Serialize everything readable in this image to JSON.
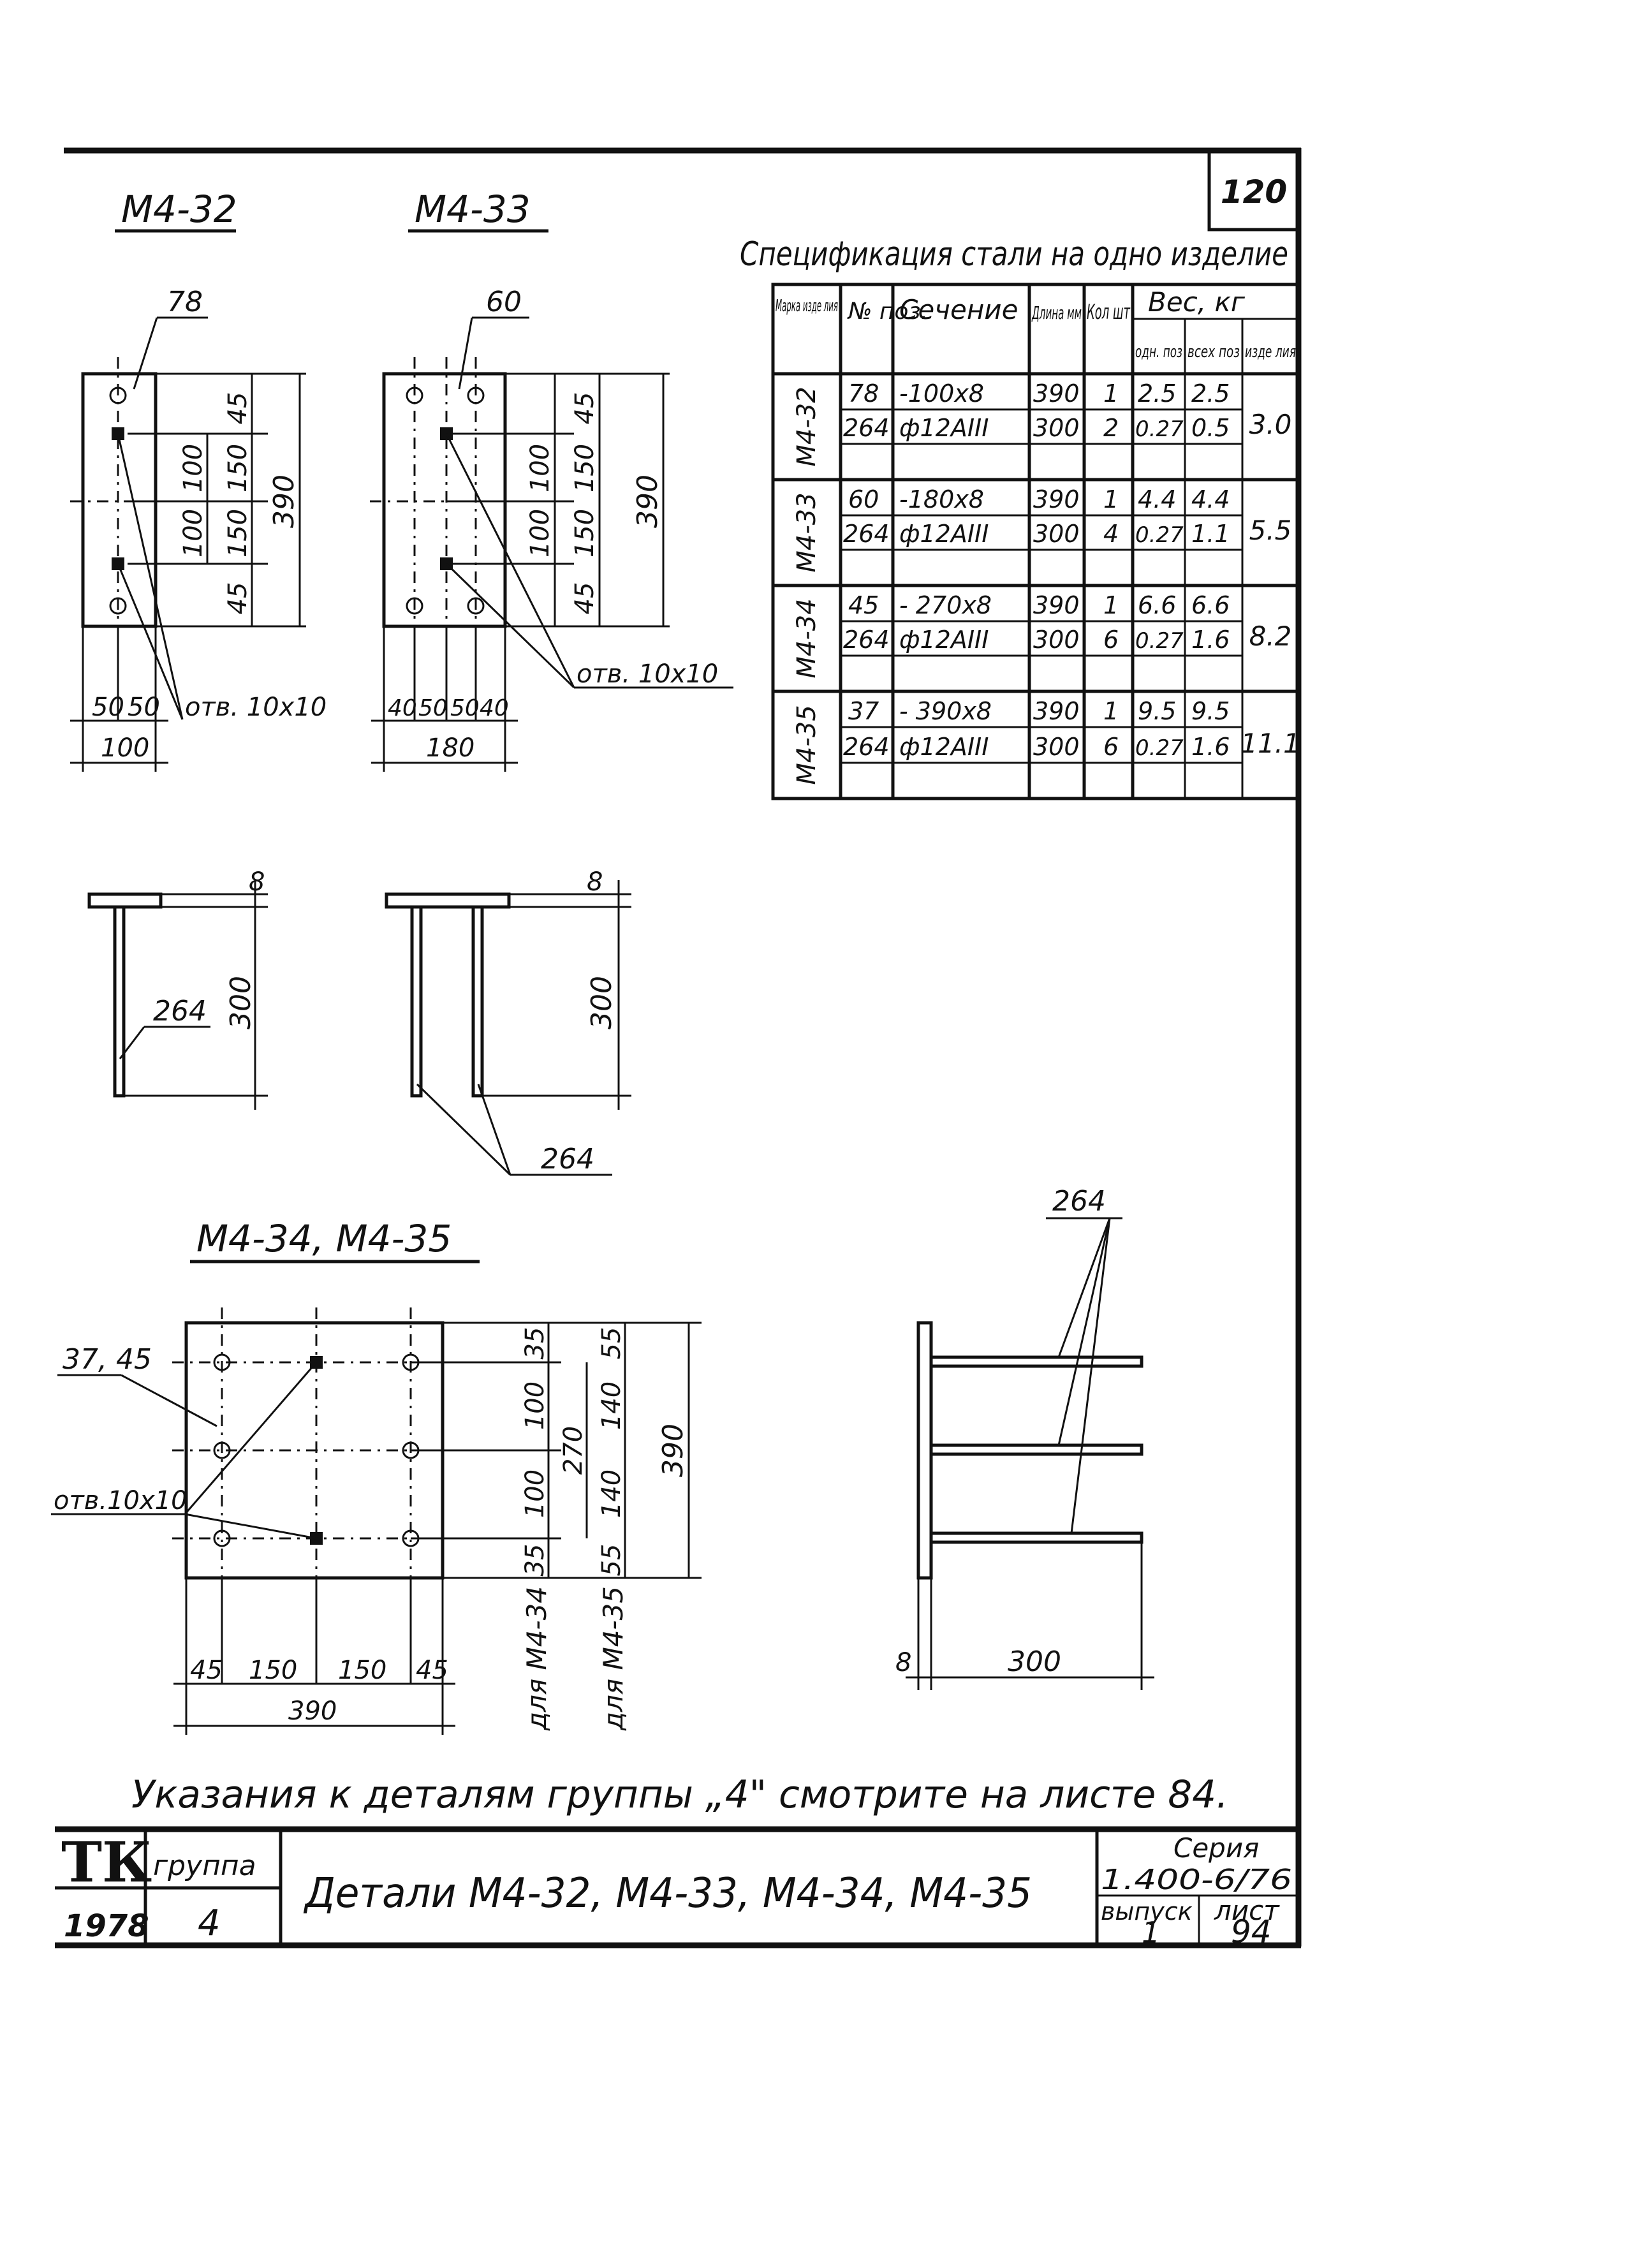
{
  "sheet_number": "120",
  "drawings": {
    "m432": {
      "title": "М4-32",
      "plate_pos": "78",
      "dims_vertical": [
        "45",
        "100",
        "150",
        "100",
        "150",
        "45",
        "390"
      ],
      "dims_horizontal": [
        "50",
        "50",
        "100"
      ],
      "hole_note": "отв. 10х10"
    },
    "m433": {
      "title": "М4-33",
      "plate_pos": "60",
      "dims_vertical": [
        "45",
        "100",
        "150",
        "100",
        "150",
        "45",
        "390"
      ],
      "dims_horizontal": [
        "40",
        "50",
        "50",
        "40",
        "180"
      ],
      "hole_note": "отв. 10х10"
    },
    "side32": {
      "thickness": "8",
      "rod_pos": "264",
      "height": "300"
    },
    "side33": {
      "thickness": "8",
      "rod_pos": "264",
      "height": "300"
    },
    "m434_35": {
      "title": "М4-34, М4-35",
      "plate_pos": "37, 45",
      "hole_note": "отв.10х10",
      "dims_vertical_a": [
        "35",
        "100",
        "100",
        "35",
        "270"
      ],
      "dims_vertical_b": [
        "55",
        "140",
        "140",
        "55",
        "390"
      ],
      "label_a": "для М4-34",
      "label_b": "для М4-35",
      "dims_horizontal": [
        "45",
        "150",
        "150",
        "45",
        "390"
      ]
    },
    "side34": {
      "rod_pos": "264",
      "thickness": "8",
      "length": "300"
    }
  },
  "spec_table": {
    "title": "Спецификация стали на одно изделие",
    "headers": {
      "mark": "Марка изде лия",
      "pos": "№ поз.",
      "section": "Сечение",
      "length": "Длина мм",
      "qty": "Кол шт",
      "weight": "Вес, кг",
      "w_unit": "одн. поз",
      "w_all": "всех поз",
      "w_item": "изде лия"
    },
    "groups": [
      {
        "mark": "М4-32",
        "total": "3.0",
        "rows": [
          {
            "pos": "78",
            "section": "-100х8",
            "length": "390",
            "qty": "1",
            "w1": "2.5",
            "w2": "2.5"
          },
          {
            "pos": "264",
            "section": "ф12АIII",
            "length": "300",
            "qty": "2",
            "w1": "0.27",
            "w2": "0.5"
          }
        ]
      },
      {
        "mark": "М4-33",
        "total": "5.5",
        "rows": [
          {
            "pos": "60",
            "section": "-180х8",
            "length": "390",
            "qty": "1",
            "w1": "4.4",
            "w2": "4.4"
          },
          {
            "pos": "264",
            "section": "ф12АIII",
            "length": "300",
            "qty": "4",
            "w1": "0.27",
            "w2": "1.1"
          }
        ]
      },
      {
        "mark": "М4-34",
        "total": "8.2",
        "rows": [
          {
            "pos": "45",
            "section": "- 270х8",
            "length": "390",
            "qty": "1",
            "w1": "6.6",
            "w2": "6.6"
          },
          {
            "pos": "264",
            "section": "ф12АIII",
            "length": "300",
            "qty": "6",
            "w1": "0.27",
            "w2": "1.6"
          }
        ]
      },
      {
        "mark": "М4-35",
        "total": "11.1",
        "rows": [
          {
            "pos": "37",
            "section": "- 390х8",
            "length": "390",
            "qty": "1",
            "w1": "9.5",
            "w2": "9.5"
          },
          {
            "pos": "264",
            "section": "ф12АIII",
            "length": "300",
            "qty": "6",
            "w1": "0.27",
            "w2": "1.6"
          }
        ]
      }
    ]
  },
  "note": "Указания к деталям группы „4\" смотрите на листе 84.",
  "title_block": {
    "org": "ТК",
    "year": "1978",
    "group_label": "группа",
    "group_value": "4",
    "title": "Детали М4-32, М4-33, М4-34, М4-35",
    "series_label": "Серия",
    "series_value": "1.400-6/76",
    "issue_label": "выпуск",
    "issue_value": "1",
    "sheet_label": "лист",
    "sheet_value": "94"
  }
}
